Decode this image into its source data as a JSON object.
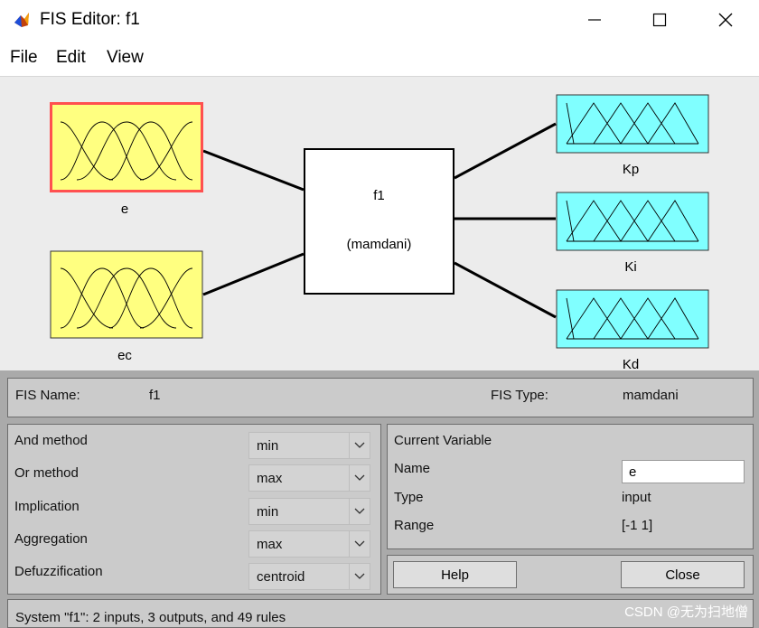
{
  "window": {
    "title": "FIS Editor: f1"
  },
  "menu": {
    "items": [
      "File",
      "Edit",
      "View"
    ]
  },
  "diagram": {
    "inputs": [
      {
        "name": "e",
        "selected": true
      },
      {
        "name": "ec",
        "selected": false
      }
    ],
    "outputs": [
      {
        "name": "Kp"
      },
      {
        "name": "Ki"
      },
      {
        "name": "Kd"
      }
    ],
    "fis": {
      "name": "f1",
      "method_display": "(mamdani)"
    },
    "colors": {
      "input_fill": "#ffff80",
      "output_fill": "#80ffff",
      "selected_border": "#ff5050"
    }
  },
  "fis_info": {
    "name_label": "FIS Name:",
    "name_value": "f1",
    "type_label": "FIS Type:",
    "type_value": "mamdani"
  },
  "methods": [
    {
      "label": "And method",
      "value": "min"
    },
    {
      "label": "Or method",
      "value": "max"
    },
    {
      "label": "Implication",
      "value": "min"
    },
    {
      "label": "Aggregation",
      "value": "max"
    },
    {
      "label": "Defuzzification",
      "value": "centroid"
    }
  ],
  "current_variable": {
    "heading": "Current Variable",
    "name_label": "Name",
    "name_value": "e",
    "type_label": "Type",
    "type_value": "input",
    "range_label": "Range",
    "range_value": "[-1 1]"
  },
  "buttons": {
    "help": "Help",
    "close": "Close"
  },
  "status": "System \"f1\": 2 inputs, 3 outputs, and 49 rules",
  "watermark": "CSDN @无为扫地僧"
}
